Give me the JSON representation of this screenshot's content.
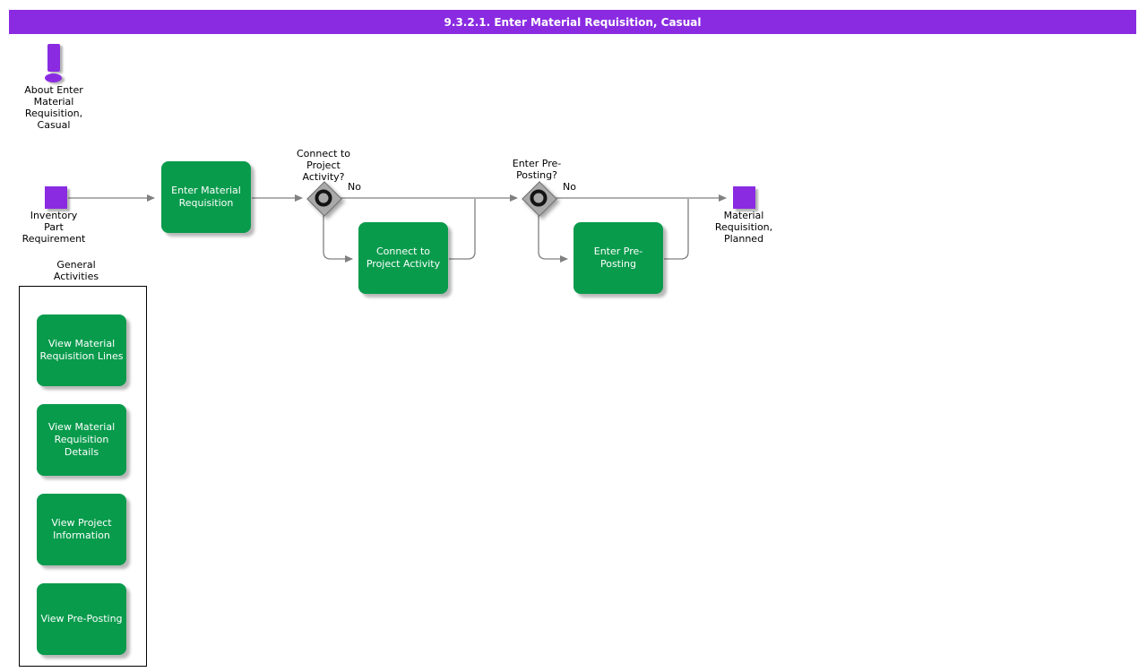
{
  "colors": {
    "accent_purple": "#8A2BE2",
    "task_green": "#089B4C",
    "connector_gray": "#808080",
    "gateway_gray": "#A9A9A9"
  },
  "title_bar": {
    "text": "9.3.2.1. Enter Material Requisition, Casual"
  },
  "about_note": {
    "icon": "exclamation-icon",
    "label": "About Enter\nMaterial\nRequisition,\nCasual"
  },
  "flow": {
    "start_event": {
      "label": "Inventory\nPart\nRequirement"
    },
    "task_enter_material_requisition": {
      "label": "Enter Material\nRequisition"
    },
    "gateway_connect_project": {
      "question": "Connect to\nProject\nActivity?",
      "no_label": "No"
    },
    "task_connect_project_activity": {
      "label": "Connect to\nProject Activity"
    },
    "gateway_enter_preposting": {
      "question": "Enter Pre-\nPosting?",
      "no_label": "No"
    },
    "task_enter_preposting": {
      "label": "Enter Pre-\nPosting"
    },
    "end_event": {
      "label": "Material\nRequisition,\nPlanned"
    }
  },
  "general_activities": {
    "title": "General\nActivities",
    "items": [
      {
        "label": "View Material\nRequisition Lines"
      },
      {
        "label": "View Material\nRequisition\nDetails"
      },
      {
        "label": "View Project\nInformation"
      },
      {
        "label": "View Pre-Posting"
      }
    ]
  }
}
